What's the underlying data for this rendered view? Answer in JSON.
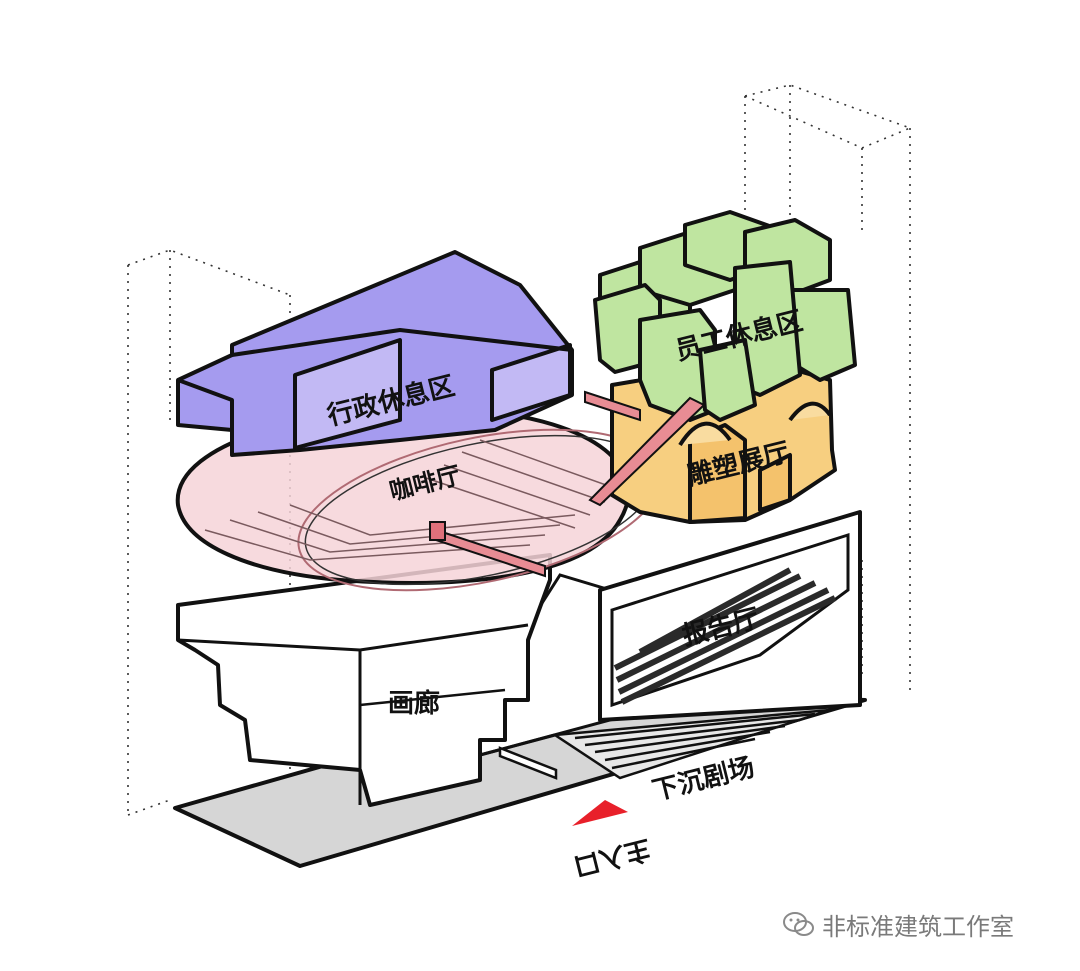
{
  "zones": {
    "admin_lounge": "行政休息区",
    "staff_lounge": "员工休息区",
    "cafe": "咖啡厅",
    "sculpture_hall": "雕塑展厅",
    "lecture_hall": "报告厅",
    "gallery": "画廊",
    "sunken_theater": "下沉剧场"
  },
  "entrance": {
    "label": "主入口"
  },
  "watermark": {
    "text": "非标准建筑工作室"
  },
  "colors": {
    "admin_lounge": "#a59bef",
    "staff_lounge": "#bfe5a0",
    "sculpture_hall": "#f7cf80",
    "cafe": "#f6d3d8",
    "bridge": "#e88c94",
    "ground": "#d6d6d6",
    "entrance_marker": "#e8202a",
    "outline": "#111111"
  }
}
